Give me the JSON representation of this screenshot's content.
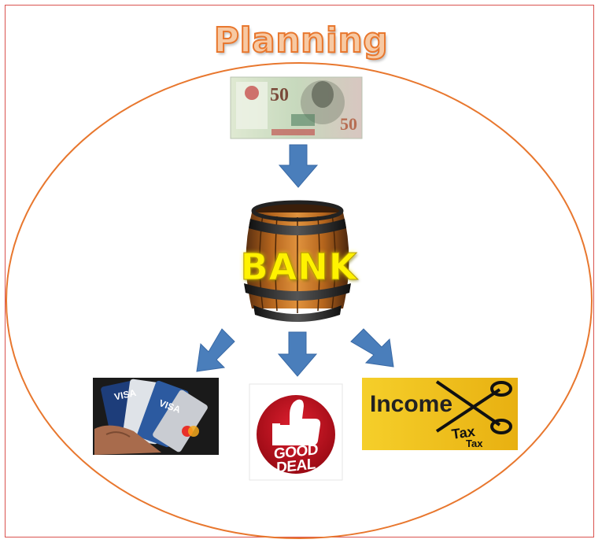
{
  "title": "Planning",
  "nodes": {
    "source": {
      "icon": "singapore-fifty-dollar-banknote"
    },
    "bank": {
      "label": "BANK",
      "icon": "wooden-barrel"
    },
    "outputs": [
      {
        "icon": "credit-cards-in-hand"
      },
      {
        "icon": "thumbs-up-good-deal-badge",
        "label": "GOOD DEAL"
      },
      {
        "icon": "income-tax-scissors",
        "label": "Income",
        "sublabel_1": "Tax",
        "sublabel_2": "Tax"
      }
    ]
  },
  "colors": {
    "frame": "#d9534f",
    "ellipse": "#e8772e",
    "arrow": "#4a7ebb",
    "title_fill": "#f7c9a3",
    "bank_text": "#fff200",
    "deal_red": "#c0121e",
    "tax_yellow": "#f2c21b"
  }
}
